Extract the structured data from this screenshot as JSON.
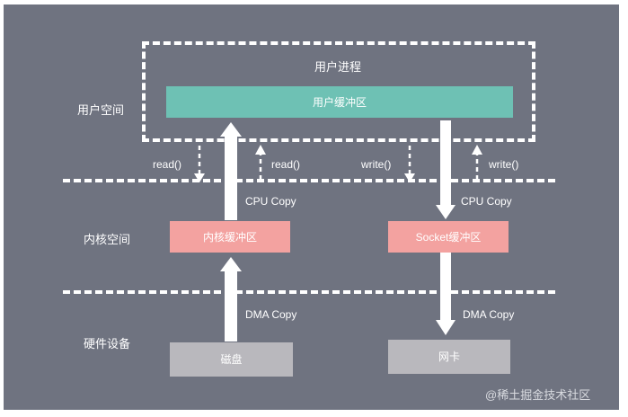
{
  "layers": {
    "user_space": "用户空间",
    "kernel_space": "内核空间",
    "hardware": "硬件设备"
  },
  "user_process": {
    "title": "用户进程",
    "buffer": "用户缓冲区"
  },
  "kernel": {
    "kernel_buffer": "内核缓冲区",
    "socket_buffer": "Socket缓冲区"
  },
  "hardware": {
    "disk": "磁盘",
    "nic": "网卡"
  },
  "calls": {
    "read_left": "read()",
    "read_right": "read()",
    "write_left": "write()",
    "write_right": "write()"
  },
  "copies": {
    "cpu_left": "CPU Copy",
    "cpu_right": "CPU Copy",
    "dma_left": "DMA Copy",
    "dma_right": "DMA Copy"
  },
  "watermark": "@稀土掘金技术社区",
  "colors": {
    "background": "#6f7380",
    "user_buffer": "#6ec1b4",
    "kernel_buffer": "#f3a2a0",
    "hardware_box": "#b9b8bd",
    "lines": "#ffffff"
  }
}
